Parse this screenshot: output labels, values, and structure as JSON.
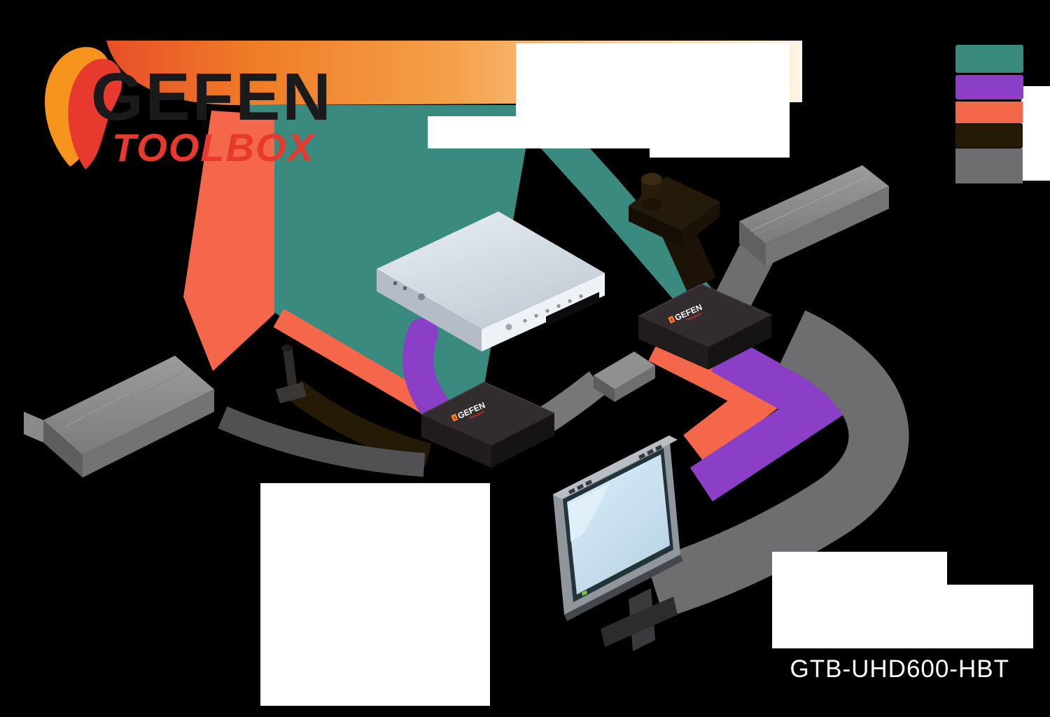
{
  "product_label": "GTB-UHD600-HBT",
  "logo": {
    "brand": "GEFEN",
    "family": "TOOLBOX"
  },
  "device_badge": {
    "brand": "GEFEN",
    "family": "TOOLBOX"
  },
  "legend": {
    "swatches": [
      {
        "name": "teal",
        "hex": "#3A8A80"
      },
      {
        "name": "purple",
        "hex": "#8A3FC6"
      },
      {
        "name": "orange",
        "hex": "#F4674A"
      },
      {
        "name": "black",
        "hex": "#241A06"
      },
      {
        "name": "gray",
        "hex": "#6E6E70"
      }
    ]
  },
  "colors": {
    "background": "#000000",
    "teal": "#3A8A80",
    "purple": "#8A3FC6",
    "orange": "#F4674A",
    "dark_cable": "#241A06",
    "gray": "#6E6E70",
    "gray_dark": "#515153",
    "white_box": "#FFFFFF",
    "model_text": "#FFFFFF",
    "logo_red": "#E8392E",
    "logo_orange": "#F7941E"
  }
}
